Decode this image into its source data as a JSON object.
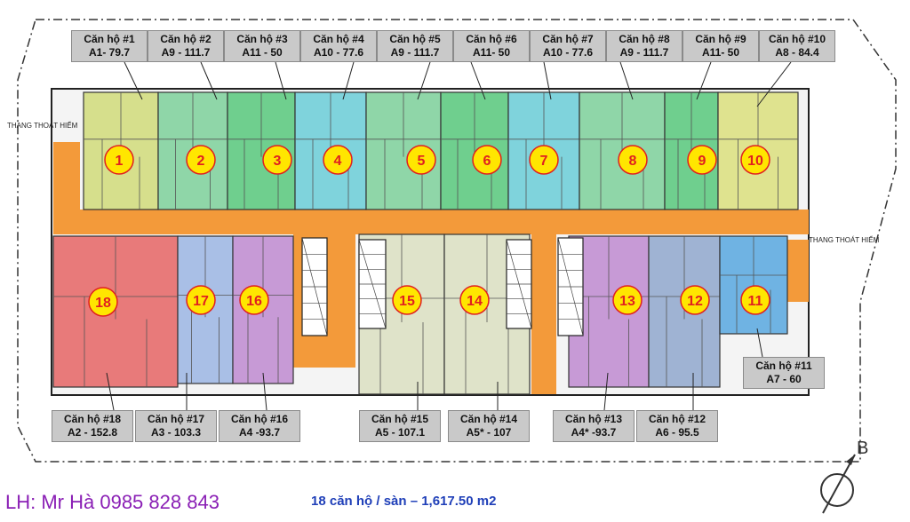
{
  "exit_labels": [
    "THANG THOÁT HIỂM",
    "THANG THOÁT HIỂM"
  ],
  "north_letter": "B",
  "contact": "LH: Mr Hà 0985 828 843",
  "summary": "18 căn hộ / sàn – 1,617.50 m2",
  "colors": {
    "corridor": "#f39a3a",
    "marker_fill": "#ffe600",
    "marker_stroke": "#e02020",
    "marker_text": "#e02020",
    "label_bg": "#c9c9c9",
    "core": "#ffffff"
  },
  "apartments": [
    {
      "number": "1",
      "title": "Căn hộ #1",
      "spec": "A1- 79.7",
      "color": "#d6df8c"
    },
    {
      "number": "2",
      "title": "Căn hộ #2",
      "spec": "A9 - 111.7",
      "color": "#8fd6a8"
    },
    {
      "number": "3",
      "title": "Căn hộ #3",
      "spec": "A11 - 50",
      "color": "#6fcf8e"
    },
    {
      "number": "4",
      "title": "Căn hộ #4",
      "spec": "A10 - 77.6",
      "color": "#7fd3dc"
    },
    {
      "number": "5",
      "title": "Căn hộ #5",
      "spec": "A9 - 111.7",
      "color": "#8fd6a8"
    },
    {
      "number": "6",
      "title": "Căn hộ #6",
      "spec": "A11- 50",
      "color": "#6fcf8e"
    },
    {
      "number": "7",
      "title": "Căn hộ #7",
      "spec": "A10 - 77.6",
      "color": "#7fd3dc"
    },
    {
      "number": "8",
      "title": "Căn hộ #8",
      "spec": "A9 - 111.7",
      "color": "#8fd6a8"
    },
    {
      "number": "9",
      "title": "Căn hộ #9",
      "spec": "A11- 50",
      "color": "#6fcf8e"
    },
    {
      "number": "10",
      "title": "Căn hộ #10",
      "spec": "A8 - 84.4",
      "color": "#dfe38f"
    },
    {
      "number": "11",
      "title": "Căn hộ #11",
      "spec": "A7 - 60",
      "color": "#6fb3e3"
    },
    {
      "number": "12",
      "title": "Căn hộ #12",
      "spec": "A6 - 95.5",
      "color": "#9fb3d3"
    },
    {
      "number": "13",
      "title": "Căn hộ #13",
      "spec": "A4* -93.7",
      "color": "#c79ad6"
    },
    {
      "number": "14",
      "title": "Căn hộ #14",
      "spec": "A5* - 107",
      "color": "#dfe3c9"
    },
    {
      "number": "15",
      "title": "Căn hộ #15",
      "spec": "A5 - 107.1",
      "color": "#dfe3c9"
    },
    {
      "number": "16",
      "title": "Căn hộ #16",
      "spec": "A4 -93.7",
      "color": "#c79ad6"
    },
    {
      "number": "17",
      "title": "Căn hộ #17",
      "spec": "A3 - 103.3",
      "color": "#a9bfe6"
    },
    {
      "number": "18",
      "title": "Căn hộ #18",
      "spec": "A2 - 152.8",
      "color": "#e87a7a"
    }
  ]
}
